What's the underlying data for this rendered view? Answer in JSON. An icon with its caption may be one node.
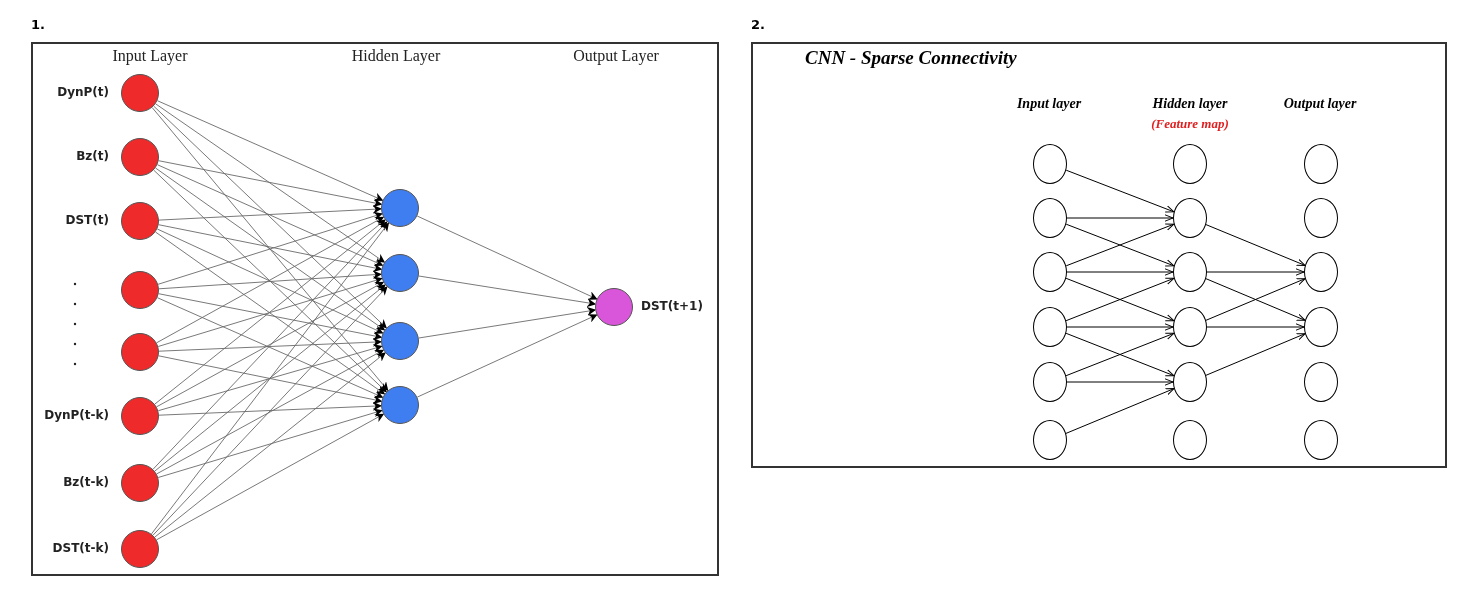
{
  "diagram": {
    "title": "CNN - Sparse Connectivity",
    "nodes": [
      {
        "text": [],
        "shape": "circle",
        "beside": [
          "DynP(t)"
        ]
      },
      {
        "text": [],
        "shape": "circle",
        "beside": [
          "Bz(t)"
        ]
      },
      {
        "text": [],
        "shape": "circle",
        "beside": [
          "DST(t)"
        ]
      },
      {
        "text": [],
        "shape": "circle"
      },
      {
        "text": [],
        "shape": "circle"
      },
      {
        "text": [],
        "shape": "circle",
        "beside": [
          "DynP(t-k)"
        ]
      },
      {
        "text": [],
        "shape": "circle",
        "beside": [
          "Bz(t-k)"
        ]
      },
      {
        "text": [],
        "shape": "circle",
        "beside": [
          "DST(t-k)"
        ]
      },
      {
        "text": [],
        "shape": "circle"
      },
      {
        "text": [],
        "shape": "circle"
      },
      {
        "text": [],
        "shape": "circle"
      },
      {
        "text": [],
        "shape": "circle"
      },
      {
        "text": [],
        "shape": "circle",
        "beside": [
          "DST(t+1)"
        ]
      },
      {
        "text": [],
        "shape": "circle"
      },
      {
        "text": [],
        "shape": "circle"
      },
      {
        "text": [],
        "shape": "circle"
      },
      {
        "text": [],
        "shape": "circle"
      },
      {
        "text": [],
        "shape": "circle"
      },
      {
        "text": [],
        "shape": "circle"
      },
      {
        "text": [],
        "shape": "circle"
      },
      {
        "text": [],
        "shape": "circle"
      },
      {
        "text": [],
        "shape": "circle"
      },
      {
        "text": [],
        "shape": "circle"
      },
      {
        "text": [],
        "shape": "circle"
      },
      {
        "text": [],
        "shape": "circle"
      },
      {
        "text": [],
        "shape": "circle"
      },
      {
        "text": [],
        "shape": "circle"
      },
      {
        "text": [],
        "shape": "circle"
      },
      {
        "text": [],
        "shape": "circle"
      },
      {
        "text": [],
        "shape": "circle"
      },
      {
        "text": [],
        "shape": "circle"
      }
    ],
    "edges": [
      {
        "from": 0,
        "to": 8,
        "arrow": "to"
      },
      {
        "from": 0,
        "to": 9,
        "arrow": "to"
      },
      {
        "from": 0,
        "to": 10,
        "arrow": "to"
      },
      {
        "from": 0,
        "to": 11,
        "arrow": "to"
      },
      {
        "from": 1,
        "to": 8,
        "arrow": "to"
      },
      {
        "from": 1,
        "to": 9,
        "arrow": "to"
      },
      {
        "from": 1,
        "to": 10,
        "arrow": "to"
      },
      {
        "from": 1,
        "to": 11,
        "arrow": "to"
      },
      {
        "from": 2,
        "to": 8,
        "arrow": "to"
      },
      {
        "from": 2,
        "to": 9,
        "arrow": "to"
      },
      {
        "from": 2,
        "to": 10,
        "arrow": "to"
      },
      {
        "from": 2,
        "to": 11,
        "arrow": "to"
      },
      {
        "from": 3,
        "to": 8,
        "arrow": "to"
      },
      {
        "from": 3,
        "to": 9,
        "arrow": "to"
      },
      {
        "from": 3,
        "to": 10,
        "arrow": "to"
      },
      {
        "from": 3,
        "to": 11,
        "arrow": "to"
      },
      {
        "from": 4,
        "to": 8,
        "arrow": "to"
      },
      {
        "from": 4,
        "to": 9,
        "arrow": "to"
      },
      {
        "from": 4,
        "to": 10,
        "arrow": "to"
      },
      {
        "from": 4,
        "to": 11,
        "arrow": "to"
      },
      {
        "from": 5,
        "to": 8,
        "arrow": "to"
      },
      {
        "from": 5,
        "to": 9,
        "arrow": "to"
      },
      {
        "from": 5,
        "to": 10,
        "arrow": "to"
      },
      {
        "from": 5,
        "to": 11,
        "arrow": "to"
      },
      {
        "from": 6,
        "to": 8,
        "arrow": "to"
      },
      {
        "from": 6,
        "to": 9,
        "arrow": "to"
      },
      {
        "from": 6,
        "to": 10,
        "arrow": "to"
      },
      {
        "from": 6,
        "to": 11,
        "arrow": "to"
      },
      {
        "from": 7,
        "to": 8,
        "arrow": "to"
      },
      {
        "from": 7,
        "to": 9,
        "arrow": "to"
      },
      {
        "from": 7,
        "to": 10,
        "arrow": "to"
      },
      {
        "from": 7,
        "to": 11,
        "arrow": "to"
      },
      {
        "from": 8,
        "to": 12,
        "arrow": "to"
      },
      {
        "from": 9,
        "to": 12,
        "arrow": "to"
      },
      {
        "from": 10,
        "to": 12,
        "arrow": "to"
      },
      {
        "from": 11,
        "to": 12,
        "arrow": "to"
      },
      {
        "from": 13,
        "to": 20,
        "arrow": "to",
        "color": "#000000"
      },
      {
        "from": 14,
        "to": 20,
        "arrow": "to",
        "color": "#000000"
      },
      {
        "from": 14,
        "to": 21,
        "arrow": "to",
        "color": "#000000"
      },
      {
        "from": 15,
        "to": 20,
        "arrow": "to",
        "color": "#000000"
      },
      {
        "from": 15,
        "to": 21,
        "arrow": "to",
        "color": "#000000"
      },
      {
        "from": 15,
        "to": 22,
        "arrow": "to",
        "color": "#000000"
      },
      {
        "from": 16,
        "to": 21,
        "arrow": "to",
        "color": "#000000"
      },
      {
        "from": 16,
        "to": 22,
        "arrow": "to",
        "color": "#000000"
      },
      {
        "from": 16,
        "to": 23,
        "arrow": "to",
        "color": "#000000"
      },
      {
        "from": 17,
        "to": 22,
        "arrow": "to",
        "color": "#000000"
      },
      {
        "from": 17,
        "to": 23,
        "arrow": "to",
        "color": "#000000"
      },
      {
        "from": 18,
        "to": 23,
        "arrow": "to",
        "color": "#000000"
      },
      {
        "from": 20,
        "to": 27,
        "arrow": "to",
        "color": "#000000"
      },
      {
        "from": 21,
        "to": 27,
        "arrow": "to",
        "color": "#000000"
      },
      {
        "from": 21,
        "to": 28,
        "arrow": "to",
        "color": "#000000"
      },
      {
        "from": 22,
        "to": 27,
        "arrow": "to",
        "color": "#000000"
      },
      {
        "from": 22,
        "to": 28,
        "arrow": "to",
        "color": "#000000"
      },
      {
        "from": 23,
        "to": 28,
        "arrow": "to",
        "color": "#000000"
      }
    ],
    "labels": [
      "1.",
      "Input Layer",
      "Hidden Layer",
      "Output Layer",
      "2.",
      "Input layer",
      "Hidden layer",
      "(Feature map)",
      "Output layer"
    ]
  }
}
